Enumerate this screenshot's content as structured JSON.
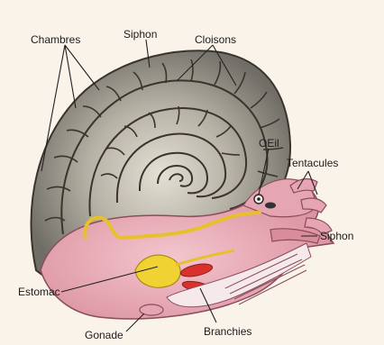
{
  "labels": {
    "chambres": "Chambres",
    "siphon_top": "Siphon",
    "cloisons": "Cloisons",
    "oeil": "OEil",
    "tentacules": "Tentacules",
    "siphon_right": "Siphon",
    "estomac": "Estomac",
    "gonade": "Gonade",
    "branchies": "Branchies"
  },
  "colors": {
    "background": "#f9f3ea",
    "shell_outer": "#8f8e86",
    "shell_inner": "#c9c6ba",
    "septa": "#3a342c",
    "body": "#e7a9b4",
    "body_dark": "#c87a8c",
    "digestive": "#f0d233",
    "gills": "#d9322c",
    "line": "#222222"
  }
}
